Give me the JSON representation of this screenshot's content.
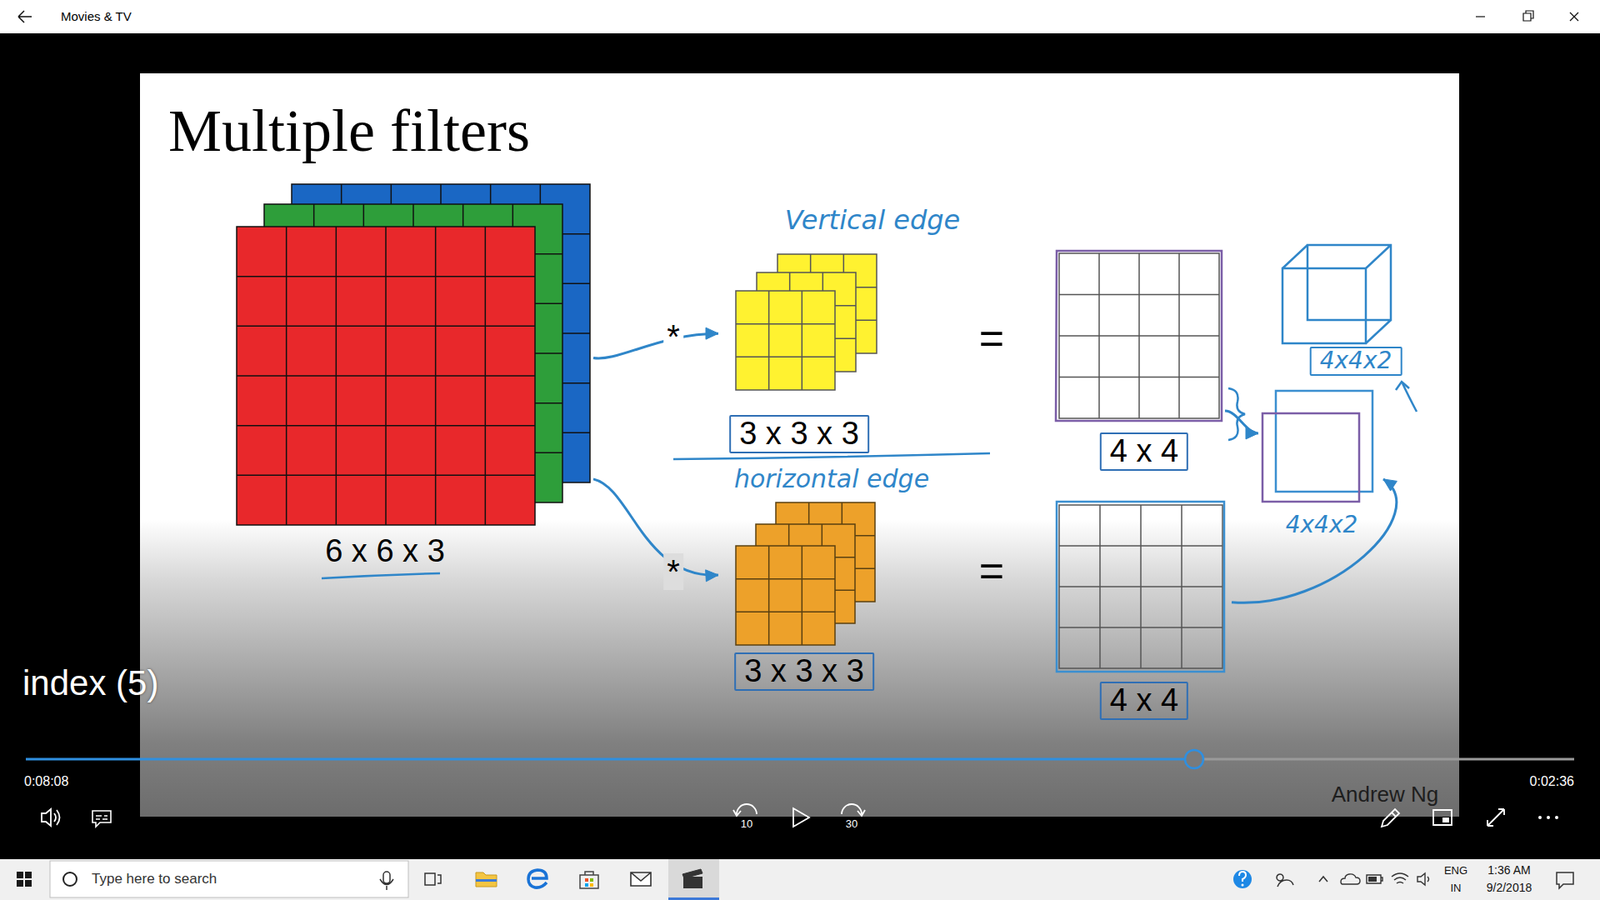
{
  "diagram": {
    "title": "Multiple filters",
    "nodes": [
      {
        "text": [
          "6 x 6 x 3"
        ]
      },
      {
        "text": [
          "Vertical edge",
          "3 x 3 x 3"
        ]
      },
      {
        "text": [
          "4 x 4"
        ]
      },
      {
        "text": [
          "4x4x2"
        ]
      },
      {
        "text": [
          "horizontal edge",
          "3 x 3 x 3"
        ]
      },
      {
        "text": [
          "4 x 4"
        ]
      },
      {
        "text": [
          "4x4x2"
        ]
      }
    ],
    "edges": [
      {
        "from": 0,
        "to": 1,
        "arrow": "to",
        "label": "*"
      },
      {
        "from": 0,
        "to": 4,
        "arrow": "to",
        "label": "*"
      },
      {
        "from": 2,
        "to": 6,
        "arrow": "to"
      },
      {
        "from": 5,
        "to": 6,
        "arrow": "to"
      }
    ],
    "labels": [
      "Movies & TV",
      "=",
      "=",
      "Andrew Ng",
      "index (5)",
      "0:08:08",
      "0:02:36",
      "10",
      "30",
      "Type here to search",
      "ENG",
      "IN",
      "1:36 AM",
      "9/2/2018"
    ]
  }
}
